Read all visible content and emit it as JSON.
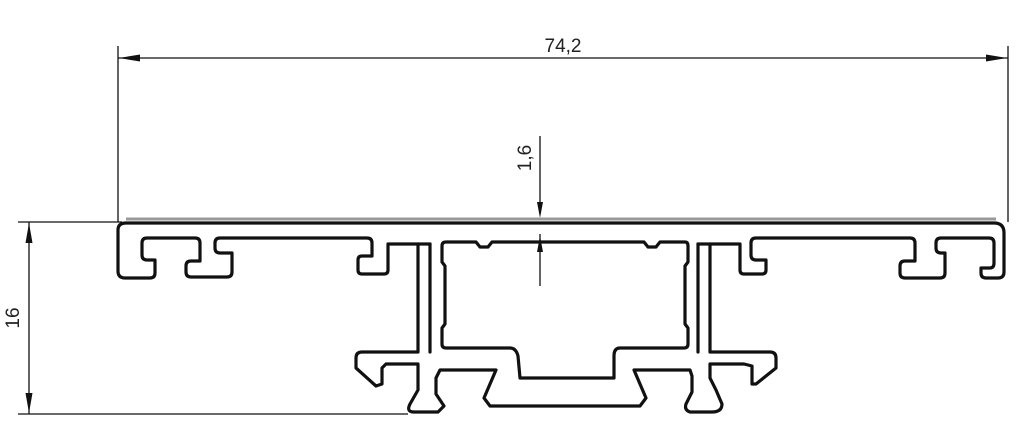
{
  "drawing": {
    "type": "aluminum-profile-cross-section",
    "units": "mm",
    "colors": {
      "outline": "#111111",
      "background": "#ffffff",
      "shadow": "#9a9a9a"
    }
  },
  "dimensions": {
    "overall_width": {
      "label": "74,2",
      "orientation": "horizontal"
    },
    "overall_height": {
      "label": "16",
      "orientation": "vertical"
    },
    "top_wall_thickness": {
      "label": "1,6",
      "orientation": "vertical"
    }
  }
}
